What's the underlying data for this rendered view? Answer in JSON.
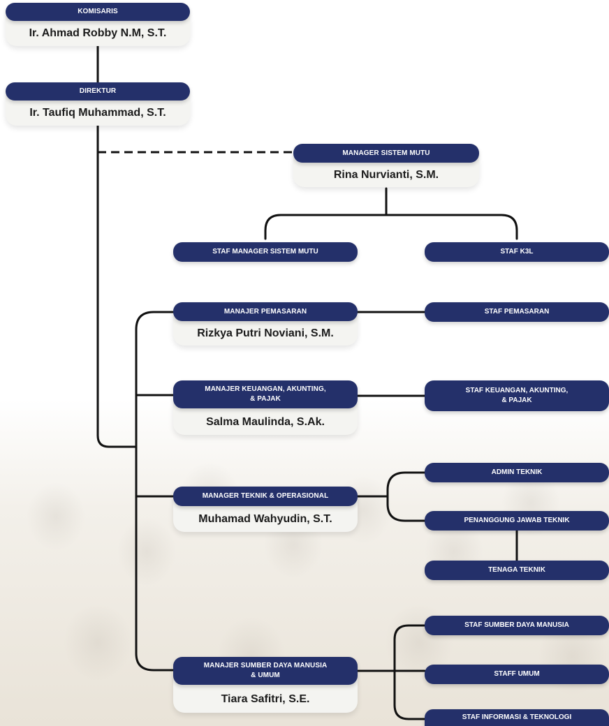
{
  "komisaris": {
    "title": "KOMISARIS",
    "name": "Ir. Ahmad Robby N.M, S.T."
  },
  "direktur": {
    "title": "DIREKTUR",
    "name": "Ir. Taufiq Muhammad, S.T."
  },
  "manager_sistem_mutu": {
    "title": "MANAGER SISTEM MUTU",
    "name": "Rina Nurvianti, S.M.",
    "staff": [
      "STAF MANAGER SISTEM MUTU",
      "STAF K3L"
    ]
  },
  "manajer_pemasaran": {
    "title": "MANAJER PEMASARAN",
    "name": "Rizkya Putri Noviani, S.M.",
    "staff": [
      "STAF PEMASARAN"
    ]
  },
  "manajer_keuangan": {
    "title_line1": "MANAJER KEUANGAN, AKUNTING,",
    "title_line2": "& PAJAK",
    "name": "Salma Maulinda, S.Ak.",
    "staff_line1": "STAF KEUANGAN, AKUNTING,",
    "staff_line2": "& PAJAK"
  },
  "manager_teknik": {
    "title": "MANAGER TEKNIK & OPERASIONAL",
    "name": "Muhamad Wahyudin, S.T.",
    "staff": [
      "ADMIN TEKNIK",
      "PENANGGUNG JAWAB TEKNIK",
      "TENAGA TEKNIK"
    ]
  },
  "manajer_sdm": {
    "title_line1": "MANAJER SUMBER DAYA MANUSIA",
    "title_line2": "& UMUM",
    "name": "Tiara Safitri, S.E.",
    "staff": [
      "STAF SUMBER DAYA MANUSIA",
      "STAFF UMUM",
      "STAF INFORMASI & TEKNOLOGI"
    ]
  },
  "colors": {
    "pill": "#24306a",
    "card": "#f4f4f1",
    "line": "#111111"
  }
}
